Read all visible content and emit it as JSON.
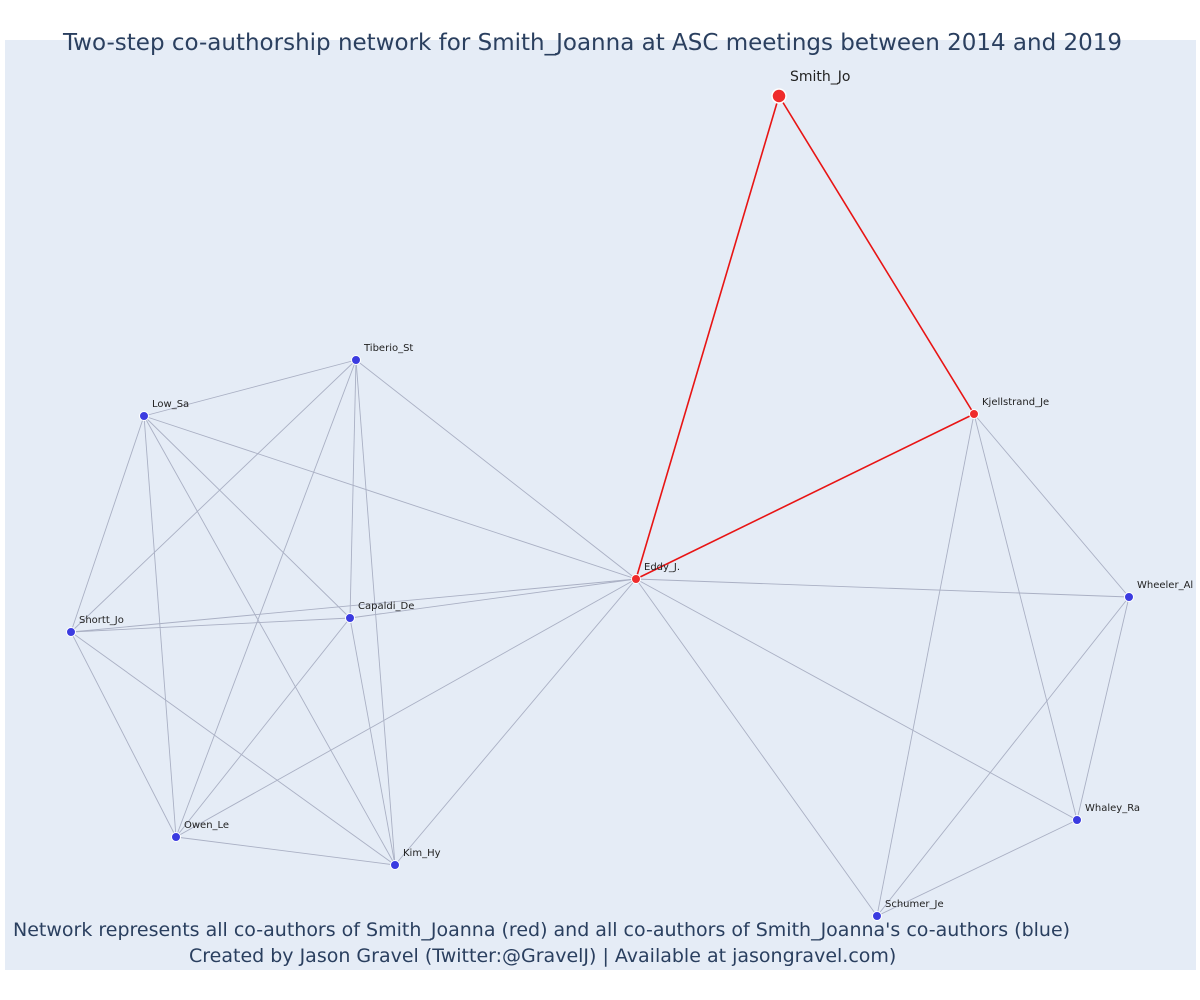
{
  "title": "Two-step co-authorship network for Smith_Joanna at ASC meetings between 2014 and 2019",
  "caption_line1": "Network represents all co-authors of Smith_Joanna (red) and all co-authors of Smith_Joanna's co-authors (blue)",
  "caption_line2": "Created by Jason Gravel (Twitter:@GravelJ) | Available at jasongravel.com)",
  "colors": {
    "background": "#e5ecf6",
    "red_node": "#ef2b2b",
    "blue_node": "#3b3be0",
    "red_edge": "#e81414",
    "grey_edge": "#aab0c4",
    "text": "#2a3f5f"
  },
  "nodes": [
    {
      "id": "Smith_Jo",
      "group": "focal"
    },
    {
      "id": "Eddy_J.",
      "group": "red"
    },
    {
      "id": "Kjellstrand_Je",
      "group": "red"
    },
    {
      "id": "Tiberio_St",
      "group": "blue"
    },
    {
      "id": "Low_Sa",
      "group": "blue"
    },
    {
      "id": "Capaldi_De",
      "group": "blue"
    },
    {
      "id": "Shortt_Jo",
      "group": "blue"
    },
    {
      "id": "Owen_Le",
      "group": "blue"
    },
    {
      "id": "Kim_Hy",
      "group": "blue"
    },
    {
      "id": "Wheeler_Al",
      "group": "blue"
    },
    {
      "id": "Whaley_Ra",
      "group": "blue"
    },
    {
      "id": "Schumer_Je",
      "group": "blue"
    }
  ],
  "edges": [
    {
      "source": "Smith_Jo",
      "target": "Eddy_J.",
      "color": "red"
    },
    {
      "source": "Smith_Jo",
      "target": "Kjellstrand_Je",
      "color": "red"
    },
    {
      "source": "Eddy_J.",
      "target": "Kjellstrand_Je",
      "color": "red"
    },
    {
      "source": "Eddy_J.",
      "target": "Tiberio_St",
      "color": "grey"
    },
    {
      "source": "Eddy_J.",
      "target": "Low_Sa",
      "color": "grey"
    },
    {
      "source": "Eddy_J.",
      "target": "Capaldi_De",
      "color": "grey"
    },
    {
      "source": "Eddy_J.",
      "target": "Shortt_Jo",
      "color": "grey"
    },
    {
      "source": "Eddy_J.",
      "target": "Owen_Le",
      "color": "grey"
    },
    {
      "source": "Eddy_J.",
      "target": "Kim_Hy",
      "color": "grey"
    },
    {
      "source": "Eddy_J.",
      "target": "Wheeler_Al",
      "color": "grey"
    },
    {
      "source": "Eddy_J.",
      "target": "Whaley_Ra",
      "color": "grey"
    },
    {
      "source": "Eddy_J.",
      "target": "Schumer_Je",
      "color": "grey"
    },
    {
      "source": "Kjellstrand_Je",
      "target": "Wheeler_Al",
      "color": "grey"
    },
    {
      "source": "Kjellstrand_Je",
      "target": "Whaley_Ra",
      "color": "grey"
    },
    {
      "source": "Kjellstrand_Je",
      "target": "Schumer_Je",
      "color": "grey"
    },
    {
      "source": "Wheeler_Al",
      "target": "Whaley_Ra",
      "color": "grey"
    },
    {
      "source": "Wheeler_Al",
      "target": "Schumer_Je",
      "color": "grey"
    },
    {
      "source": "Whaley_Ra",
      "target": "Schumer_Je",
      "color": "grey"
    },
    {
      "source": "Tiberio_St",
      "target": "Low_Sa",
      "color": "grey"
    },
    {
      "source": "Tiberio_St",
      "target": "Capaldi_De",
      "color": "grey"
    },
    {
      "source": "Tiberio_St",
      "target": "Shortt_Jo",
      "color": "grey"
    },
    {
      "source": "Tiberio_St",
      "target": "Owen_Le",
      "color": "grey"
    },
    {
      "source": "Tiberio_St",
      "target": "Kim_Hy",
      "color": "grey"
    },
    {
      "source": "Low_Sa",
      "target": "Capaldi_De",
      "color": "grey"
    },
    {
      "source": "Low_Sa",
      "target": "Shortt_Jo",
      "color": "grey"
    },
    {
      "source": "Low_Sa",
      "target": "Owen_Le",
      "color": "grey"
    },
    {
      "source": "Low_Sa",
      "target": "Kim_Hy",
      "color": "grey"
    },
    {
      "source": "Capaldi_De",
      "target": "Shortt_Jo",
      "color": "grey"
    },
    {
      "source": "Capaldi_De",
      "target": "Owen_Le",
      "color": "grey"
    },
    {
      "source": "Capaldi_De",
      "target": "Kim_Hy",
      "color": "grey"
    },
    {
      "source": "Shortt_Jo",
      "target": "Owen_Le",
      "color": "grey"
    },
    {
      "source": "Shortt_Jo",
      "target": "Kim_Hy",
      "color": "grey"
    },
    {
      "source": "Owen_Le",
      "target": "Kim_Hy",
      "color": "grey"
    }
  ]
}
